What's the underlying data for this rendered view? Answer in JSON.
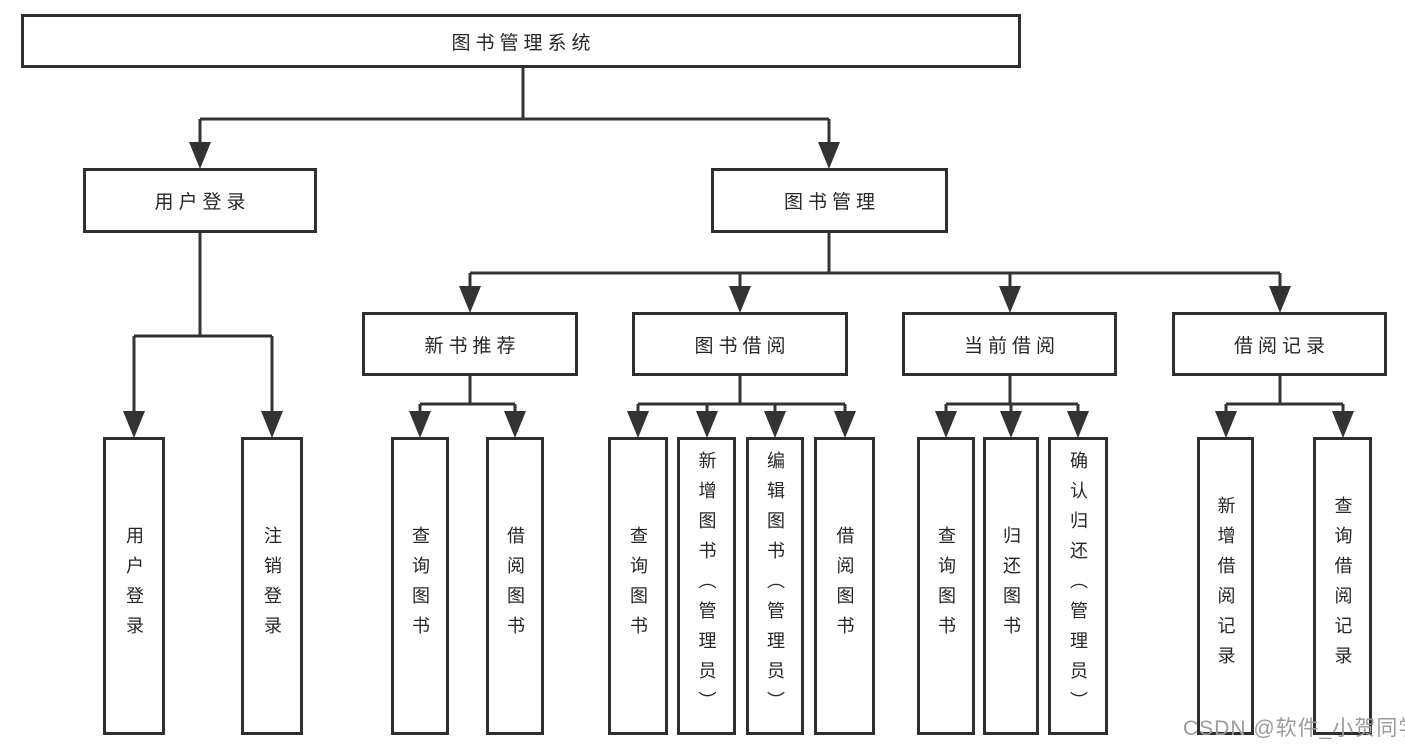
{
  "diagram": {
    "root": {
      "label": "图书管理系统"
    },
    "branches": [
      {
        "label": "用户登录",
        "children": [
          {
            "label": "用户登录"
          },
          {
            "label": "注销登录"
          }
        ]
      },
      {
        "label": "图书管理",
        "children": [
          {
            "label": "新书推荐",
            "children": [
              {
                "label": "查询图书"
              },
              {
                "label": "借阅图书"
              }
            ]
          },
          {
            "label": "图书借阅",
            "children": [
              {
                "label": "查询图书"
              },
              {
                "label": "新增图书（管理员）"
              },
              {
                "label": "编辑图书（管理员）"
              },
              {
                "label": "借阅图书"
              }
            ]
          },
          {
            "label": "当前借阅",
            "children": [
              {
                "label": "查询图书"
              },
              {
                "label": "归还图书"
              },
              {
                "label": "确认归还（管理员）"
              }
            ]
          },
          {
            "label": "借阅记录",
            "children": [
              {
                "label": "新增借阅记录"
              },
              {
                "label": "查询借阅记录"
              }
            ]
          }
        ]
      }
    ]
  },
  "watermark": "CSDN @软件_小贺同学",
  "colors": {
    "line": "#333333",
    "box_border": "#2e2e2e",
    "text": "#262626",
    "background": "#ffffff",
    "watermark": "#9b9b9b"
  }
}
